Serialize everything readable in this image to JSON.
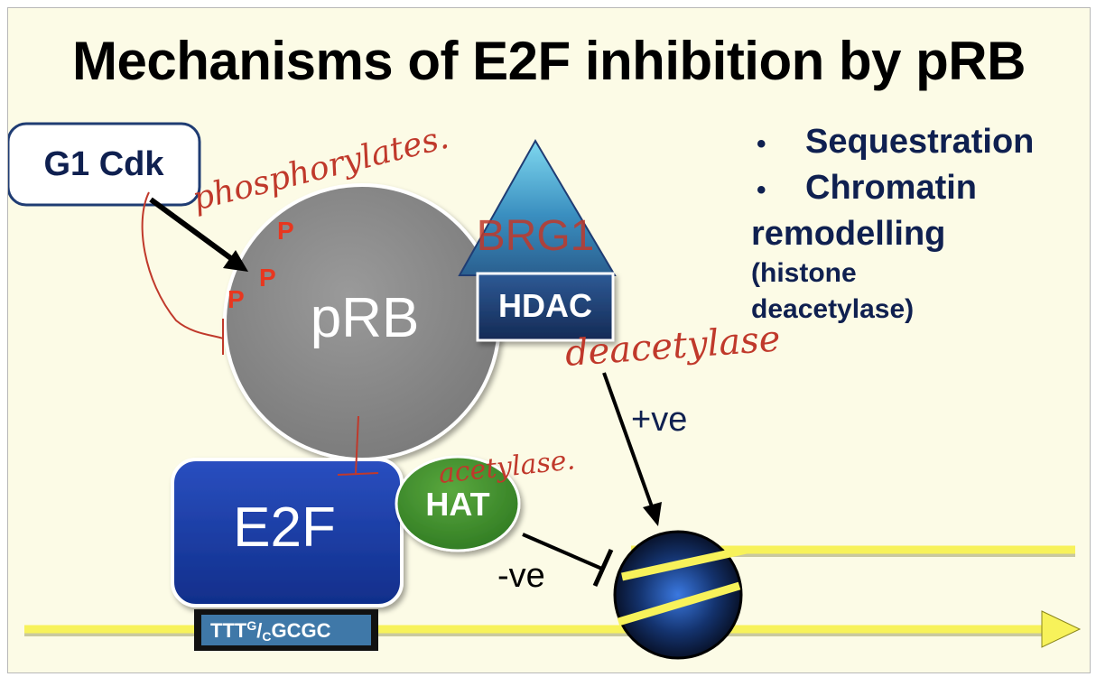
{
  "title": "Mechanisms of E2F inhibition by pRB",
  "nodes": {
    "g1_cdk": "G1 Cdk",
    "prb": "pRB",
    "phospho": "P",
    "brg1": "BRG1",
    "hdac": "HDAC",
    "e2f": "E2F",
    "hat": "HAT",
    "dna_site_main": "TTT",
    "dna_site_sup": "G",
    "dna_site_slash": "/",
    "dna_site_sub": "C",
    "dna_site_end": "GCGC"
  },
  "edges": {
    "positive": "+ve",
    "negative": "-ve"
  },
  "annotations": {
    "phosphorylates": "phosphorylates.",
    "deacetylase": "deacetylase",
    "acetylase": "acetylase."
  },
  "bullets": {
    "item1": "Sequestration",
    "item2": "Chromatin",
    "item2_cont": "remodelling",
    "item2_sub1": "(histone",
    "item2_sub2": "deacetylase)",
    "marker": "•"
  },
  "colors": {
    "background": "#fcfbe6",
    "prb": "#8a8a8a",
    "e2f": "#1c3fa6",
    "hat": "#3f8f2e",
    "hdac": "#1f3c73",
    "brg1_label": "#c0392b",
    "ink_annotation": "#c0392b",
    "dna": "#f7f25a",
    "text_navy": "#0f2050"
  }
}
